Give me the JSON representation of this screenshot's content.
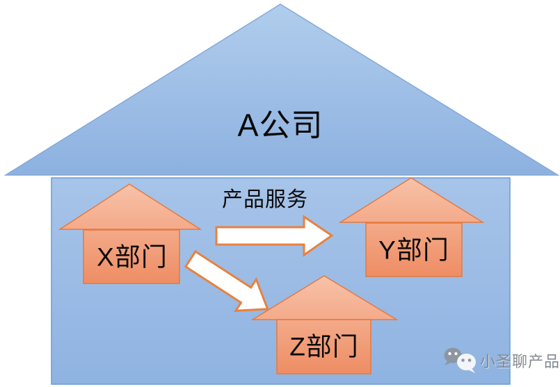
{
  "diagram": {
    "company_label": "A公司",
    "flow_label": "产品服务",
    "departments": [
      {
        "label": "X部门"
      },
      {
        "label": "Y部门"
      },
      {
        "label": "Z部门"
      }
    ],
    "arrows": [
      {
        "name": "arrow-x-to-y",
        "direction": "right"
      },
      {
        "name": "arrow-x-to-z",
        "direction": "down-right"
      }
    ]
  },
  "watermark": {
    "icon": "wechat-logo",
    "text": "小圣聊产品"
  },
  "colors": {
    "roof_top": "#b0cdec",
    "roof_bottom": "#8db1e0",
    "roof_stroke": "#84a9d8",
    "body_top": "#a7c4e9",
    "body_bottom": "#8fb3e1",
    "body_stroke": "#6b9bd2",
    "house_top": "#f8c2a8",
    "house_bottom": "#ee8d64",
    "house_stroke": "#e5793f",
    "arrow_fill": "#ffffff",
    "arrow_stroke": "#e8813f",
    "text_color": "#0a0a0a",
    "watermark_color": "#84898f",
    "wechat_bubble_dark": "#8d95a1",
    "wechat_bubble_light": "#f3f6f9"
  }
}
